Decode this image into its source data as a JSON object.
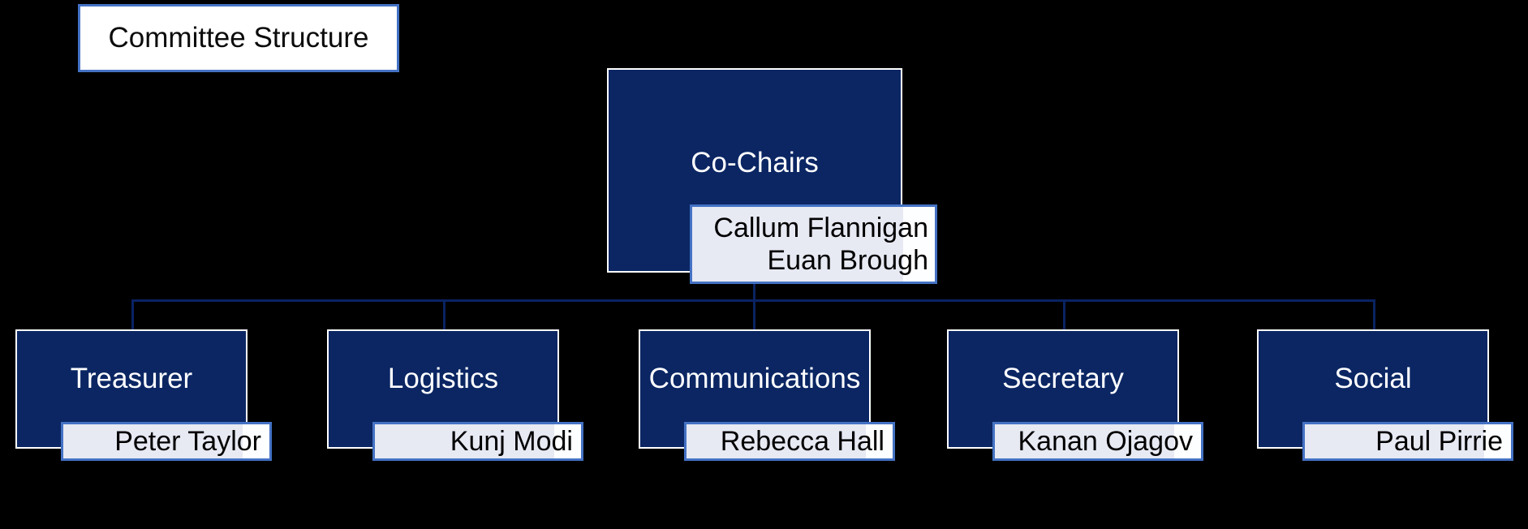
{
  "title": "Committee Structure",
  "root": {
    "title": "Co-Chairs",
    "names": [
      "Callum Flannigan",
      "Euan Brough"
    ]
  },
  "children": [
    {
      "title": "Treasurer",
      "name": "Peter Taylor"
    },
    {
      "title": "Logistics",
      "name": "Kunj Modi"
    },
    {
      "title": "Communications",
      "name": "Rebecca Hall"
    },
    {
      "title": "Secretary",
      "name": "Kanan Ojagov"
    },
    {
      "title": "Social",
      "name": "Paul Pirrie"
    }
  ],
  "colors": {
    "background": "#000000",
    "node_fill": "#0B2663",
    "node_border": "#FFFFFF",
    "name_fill": "#E7E9F3",
    "name_fill_end": "#FDFEFF",
    "accent_border": "#4472C4",
    "connector": "#0A2363",
    "title_text": "#0B0B0B"
  }
}
